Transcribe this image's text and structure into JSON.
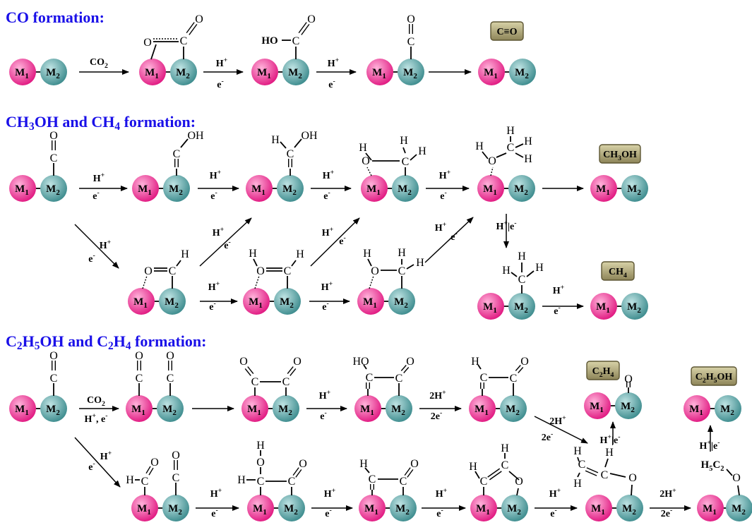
{
  "sections": {
    "co": {
      "title_parts": [
        {
          "t": "CO formation:"
        }
      ]
    },
    "ch": {
      "title_parts": [
        {
          "t": "CH"
        },
        {
          "t": "3",
          "sub": true
        },
        {
          "t": "OH and CH"
        },
        {
          "t": "4",
          "sub": true
        },
        {
          "t": " formation:"
        }
      ]
    },
    "c2": {
      "title_parts": [
        {
          "t": "C"
        },
        {
          "t": "2",
          "sub": true
        },
        {
          "t": "H"
        },
        {
          "t": "5",
          "sub": true
        },
        {
          "t": "OH  and C"
        },
        {
          "t": "2",
          "sub": true
        },
        {
          "t": "H"
        },
        {
          "t": "4",
          "sub": true
        },
        {
          "t": " formation:"
        }
      ]
    }
  },
  "metals": {
    "m1": {
      "base": "M",
      "sub": "1"
    },
    "m2": {
      "base": "M",
      "sub": "2"
    }
  },
  "reagents": {
    "co2": [
      {
        "t": "CO"
      },
      {
        "t": "2",
        "sub": true
      }
    ],
    "h": [
      {
        "t": "H"
      },
      {
        "t": "+",
        "sup": true
      }
    ],
    "e": [
      {
        "t": "e"
      },
      {
        "t": "-",
        "sup": true
      }
    ],
    "he_inline": [
      {
        "t": "H"
      },
      {
        "t": "+",
        "sup": true
      },
      {
        "t": "|e"
      },
      {
        "t": "-",
        "sup": true
      }
    ],
    "he_comma": [
      {
        "t": "H"
      },
      {
        "t": "+",
        "sup": true
      },
      {
        "t": ", e"
      },
      {
        "t": "-",
        "sup": true
      }
    ],
    "h2": [
      {
        "t": "2H"
      },
      {
        "t": "+",
        "sup": true
      }
    ],
    "e2": [
      {
        "t": "2e"
      },
      {
        "t": "-",
        "sup": true
      }
    ]
  },
  "products": {
    "co": [
      {
        "t": "C≡O"
      }
    ],
    "ch3oh": [
      {
        "t": "CH"
      },
      {
        "t": "3",
        "sub": true
      },
      {
        "t": "OH"
      }
    ],
    "ch4": [
      {
        "t": "CH"
      },
      {
        "t": "4",
        "sub": true
      }
    ],
    "c2h4": [
      {
        "t": "C"
      },
      {
        "t": "2",
        "sub": true
      },
      {
        "t": "H"
      },
      {
        "t": "4",
        "sub": true
      }
    ],
    "c2h5oh": [
      {
        "t": "C"
      },
      {
        "t": "2",
        "sub": true
      },
      {
        "t": "H"
      },
      {
        "t": "5",
        "sub": true
      },
      {
        "t": "OH"
      }
    ]
  },
  "fragments": {
    "ho": "HO",
    "h5c2": [
      {
        "t": "H"
      },
      {
        "t": "5",
        "sub": true
      },
      {
        "t": "C"
      },
      {
        "t": "2",
        "sub": true
      }
    ]
  },
  "colors": {
    "m1_light": "#ffb3da",
    "m1_dark": "#e0157f",
    "m2_light": "#bfe3e3",
    "m2_dark": "#3a8a8c",
    "section_title": "#1a10e8",
    "product_fill_light": "#d8d2a8",
    "product_fill_dark": "#8d8458",
    "product_stroke": "#5c5532"
  }
}
